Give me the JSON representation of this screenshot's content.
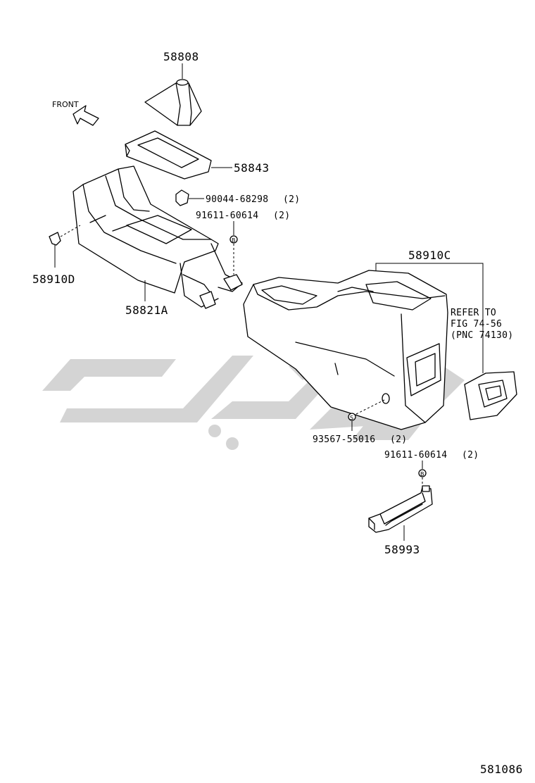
{
  "parts": {
    "boot": "58808",
    "bezel": "58843",
    "clip": "90044-68298",
    "clip_qty": "(2)",
    "screw_front": "91611-60614",
    "screw_front_qty": "(2)",
    "grommet": "58910D",
    "front_console": "58821A",
    "rear_console": "58910C",
    "cap_screw": "93567-55016",
    "cap_screw_qty": "(2)",
    "screw_rear": "91611-60614",
    "screw_rear_qty": "(2)",
    "bracket": "58993"
  },
  "refer": {
    "line1": "REFER TO",
    "line2": "FIG 74-56",
    "line3": "(PNC 74130)"
  },
  "front_label": "FRONT",
  "fastener_marks": {
    "b1": "B",
    "b2": "B",
    "s1": "S"
  },
  "figure_number": "581086",
  "colors": {
    "line": "#000000",
    "watermark": "#d4d4d4",
    "background": "#ffffff"
  }
}
